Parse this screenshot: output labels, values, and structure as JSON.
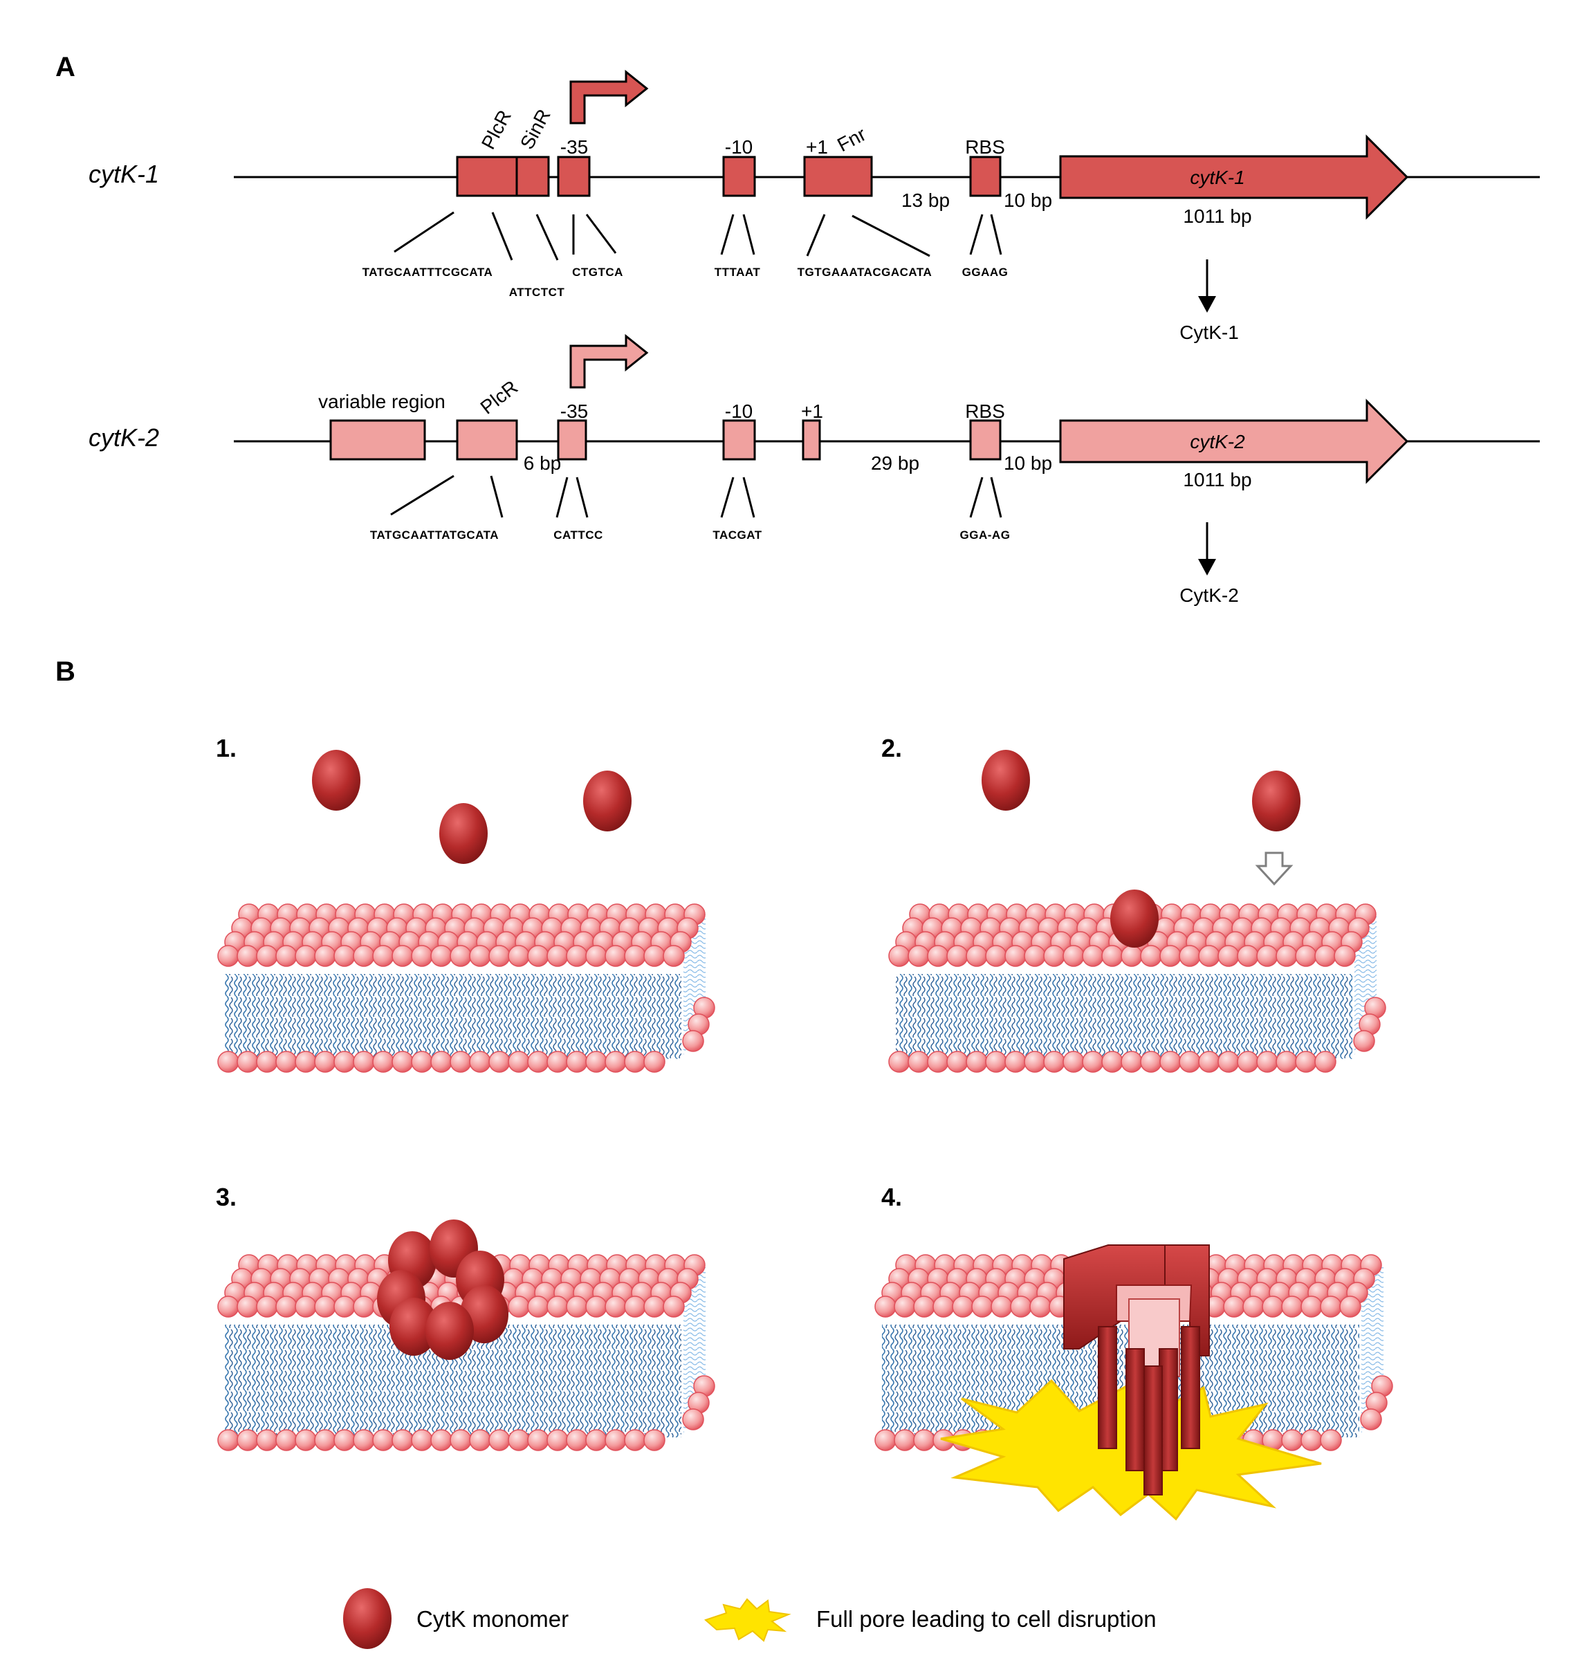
{
  "panelA": {
    "label": "A",
    "genes": [
      {
        "name": "cytK-1",
        "color": "#d75553",
        "elements": [
          "PlcR",
          "SinR",
          "-35",
          "-10",
          "+1",
          "Fnr",
          "RBS"
        ],
        "spacers": [
          "13 bp",
          "10 bp"
        ],
        "gene_label": "cytK-1",
        "gene_size": "1011 bp",
        "sequences": [
          "TATGCAATTTCGCATA",
          "ATTCTCT",
          "CTGTCA",
          "TTTAAT",
          "TGTGAAATACGACATA",
          "GGAAG"
        ],
        "product": "CytK-1"
      },
      {
        "name": "cytK-2",
        "color": "#f0a19f",
        "elements": [
          "variable region",
          "PlcR",
          "-35",
          "-10",
          "+1",
          "RBS"
        ],
        "spacers": [
          "6 bp",
          "29 bp",
          "10 bp"
        ],
        "gene_label": "cytK-2",
        "gene_size": "1011 bp",
        "sequences": [
          "TATGCAATTATGCATA",
          "CATTCC",
          "TACGAT",
          "GGA-AG"
        ],
        "product": "CytK-2"
      }
    ]
  },
  "panelB": {
    "label": "B",
    "steps": [
      "1.",
      "2.",
      "3.",
      "4."
    ],
    "legend": {
      "monomer": "CytK monomer",
      "pore": "Full pore leading to cell disruption"
    }
  },
  "colors": {
    "monomer": "#b52a2a",
    "headgroup": "#f07b7f",
    "tail": "#2e6ba6",
    "burst": "#ffe400"
  }
}
